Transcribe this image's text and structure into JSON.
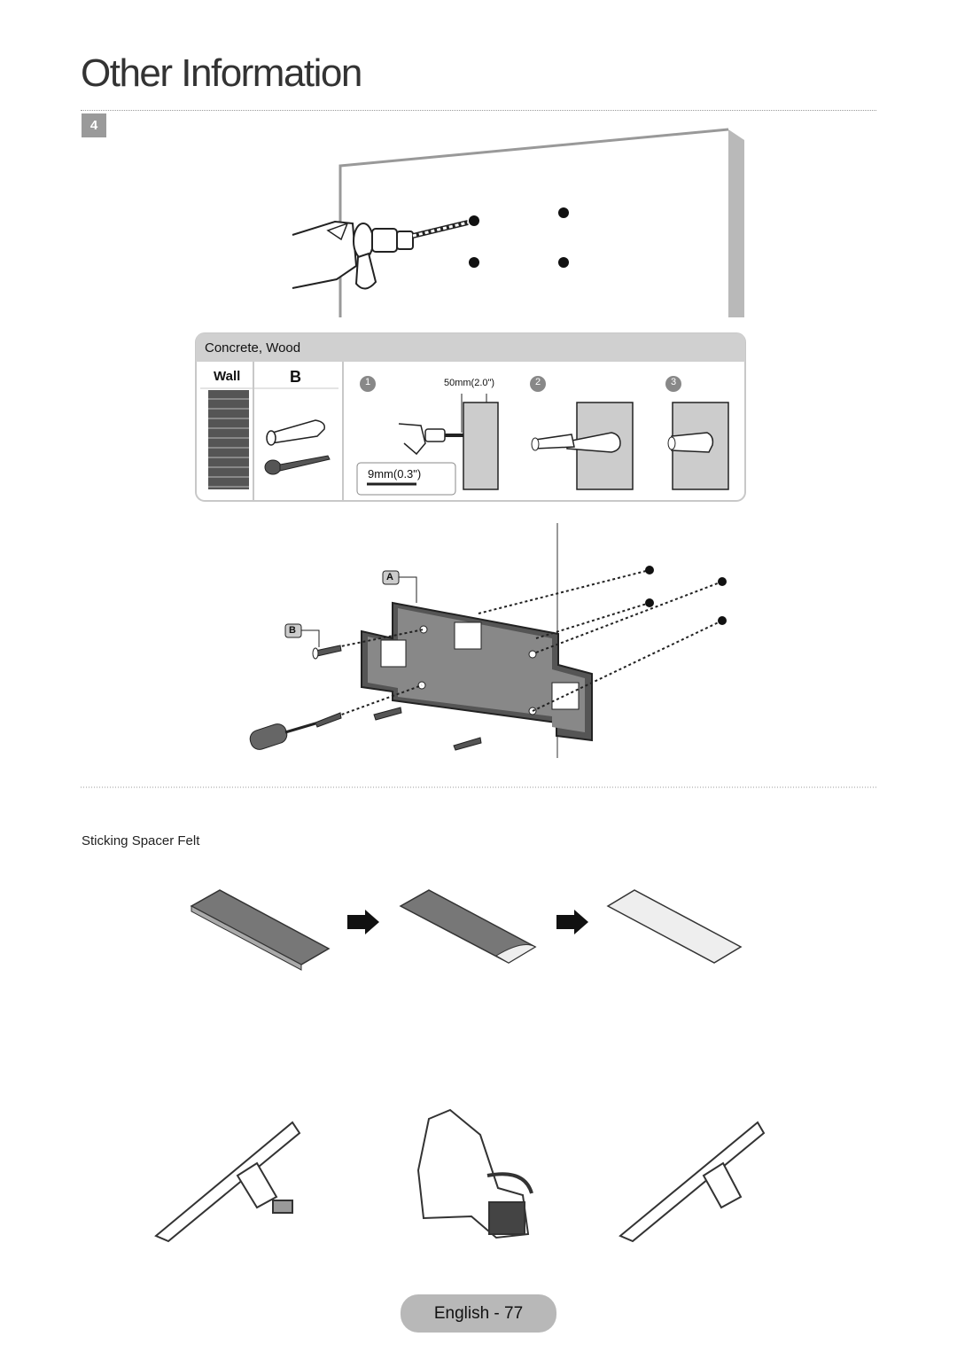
{
  "page": {
    "title": "Other Information",
    "step_number": "4",
    "footer": "English - 77"
  },
  "wall_panel": {
    "header": "Concrete, Wood",
    "wall_label": "Wall",
    "anchor_label": "B",
    "steps": [
      "1",
      "2",
      "3"
    ],
    "depth_label": "50mm(2.0\")",
    "diameter_label": "9mm(0.3\")"
  },
  "bracket_figure": {
    "label_a": "A",
    "label_b": "B"
  },
  "felt_section": {
    "caption": "Sticking Spacer Felt"
  }
}
